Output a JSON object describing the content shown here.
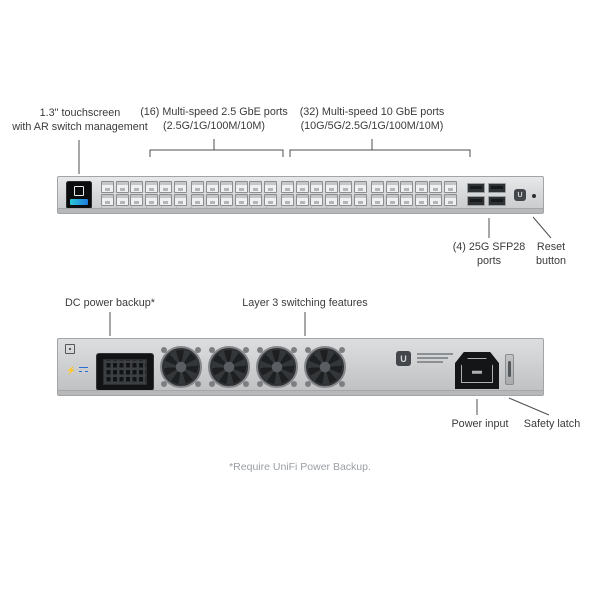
{
  "front": {
    "callouts": {
      "touchscreen": {
        "line1": "1.3\" touchscreen",
        "line2": "with AR switch management"
      },
      "ports_25g": {
        "line1": "(16) Multi-speed 2.5 GbE ports",
        "line2": "(2.5G/1G/100M/10M)"
      },
      "ports_10g": {
        "line1": "(32) Multi-speed 10 GbE ports",
        "line2": "(10G/5G/2.5G/1G/100M/10M)"
      },
      "sfp": {
        "line1": "(4) 25G SFP28",
        "line2": "ports"
      },
      "reset": {
        "line1": "Reset",
        "line2": "button"
      }
    },
    "ports": {
      "rj45_columns": 24,
      "rj45_rows": 2,
      "group_size_columns": 6,
      "sfp_count": 4
    }
  },
  "back": {
    "callouts": {
      "dc": "DC power backup*",
      "layer3": "Layer 3 switching features",
      "power_input": "Power input",
      "safety_latch": "Safety latch"
    },
    "fan_count": 4
  },
  "footnote": "*Require UniFi Power Backup.",
  "icons": {
    "ubiquiti_logo": "U",
    "lightning": "⚡"
  },
  "colors": {
    "chassis_gray": "#cdd0d2",
    "screen_teal": "#29c8d6",
    "screen_blue": "#1f7ae0",
    "dc_icon_blue": "#2a6fd4",
    "label_text": "#3b3b3b",
    "footnote_text": "#9aa0a6"
  }
}
